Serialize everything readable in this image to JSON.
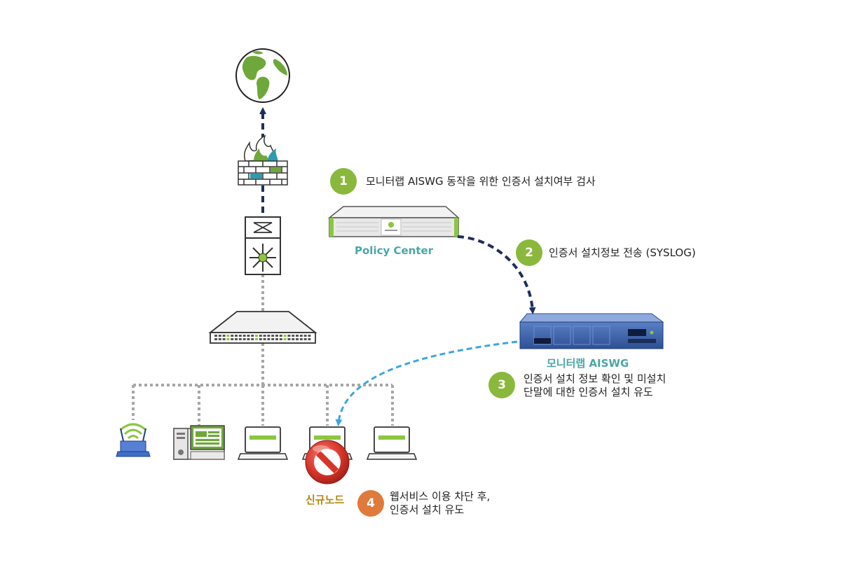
{
  "colors": {
    "step_green": "#8ab83d",
    "step_orange": "#e07a3c",
    "label_teal": "#4aa7a5",
    "label_gold": "#b8860b",
    "link_navy": "#1f2f5c",
    "link_light_blue": "#3ba6e0",
    "link_gray": "#a6a6a6",
    "device_green": "#8cc63f"
  },
  "devices": {
    "policy_center": {
      "label": "Policy Center",
      "icon": "server-icon"
    },
    "aiswg": {
      "label": "모니터랩 AISWG",
      "icon": "rack-appliance-icon"
    },
    "new_node": {
      "label": "신규노드",
      "icon": "blocked-laptop-icon"
    },
    "internet": {
      "icon": "globe-icon"
    },
    "firewall": {
      "icon": "firewall-icon"
    },
    "core_switch": {
      "icon": "core-switch-icon"
    },
    "access_switch": {
      "icon": "network-switch-icon"
    },
    "wifi_router": {
      "icon": "wifi-router-icon"
    },
    "desktop": {
      "icon": "desktop-pc-icon"
    }
  },
  "steps": [
    {
      "number": "1",
      "text": "모니터랩 AISWG 동작을 위한 인증서 설치여부 검사"
    },
    {
      "number": "2",
      "text": "인증서 설치정보 전송 (SYSLOG)"
    },
    {
      "number": "3",
      "line1": "인증서 설치 정보 확인 및 미설치",
      "line2": "단말에 대한 인증서 설치 유도"
    },
    {
      "number": "4",
      "line1": "웹서비스 이용 차단 후,",
      "line2": "인증서 설치 유도"
    }
  ]
}
